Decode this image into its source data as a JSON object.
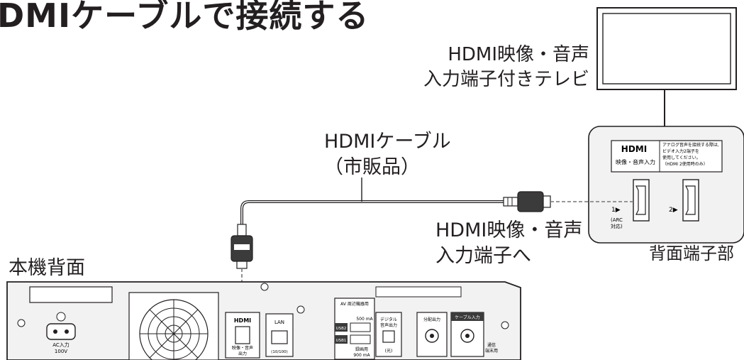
{
  "title": "DMIケーブルで接続する",
  "tv_label": [
    "HDMI映像・音声",
    "入力端子付きテレビ"
  ],
  "cable_label": [
    "HDMIケーブル",
    "（市販品）"
  ],
  "input_label": [
    "HDMI映像・音声",
    "入力端子へ"
  ],
  "rear_label": "本機背面",
  "panel_label": "背面端子部",
  "tv_panel": {
    "hdmi_logo": "HDMI",
    "input_name": "映像・音声入力",
    "note": [
      "アナログ音声を接続する際は,",
      "ビデオ入力2端子を",
      "使用してください。",
      "（HDMI 2使用時のみ）"
    ],
    "port1": "1▶",
    "port1_arc": [
      "(ARC",
      "対応)"
    ],
    "port2": "2▶"
  },
  "recorder": {
    "ac_input": [
      "AC入力",
      "100V"
    ],
    "hdmi_logo": "HDMI",
    "hdmi_port": [
      "映像・音声",
      "出力"
    ],
    "lan": "LAN",
    "lan_speed": "(10/100)",
    "av_device": "AV 周辺機器用",
    "usb2": "USB2",
    "usb2_current": "500 mA",
    "usb1": "USB1",
    "usb1_label": "録画用",
    "usb1_current": "900 mA",
    "digital_audio": [
      "デジタル",
      "音声出力"
    ],
    "optical": "(光)",
    "split_out": "分配出力",
    "cable_in": "ケーブル入力",
    "comm": [
      "通信",
      "端末用"
    ]
  },
  "colors": {
    "line": "#231f20",
    "panel_fill": "#f2f2f2",
    "dark_fill": "#3b3b3b"
  }
}
